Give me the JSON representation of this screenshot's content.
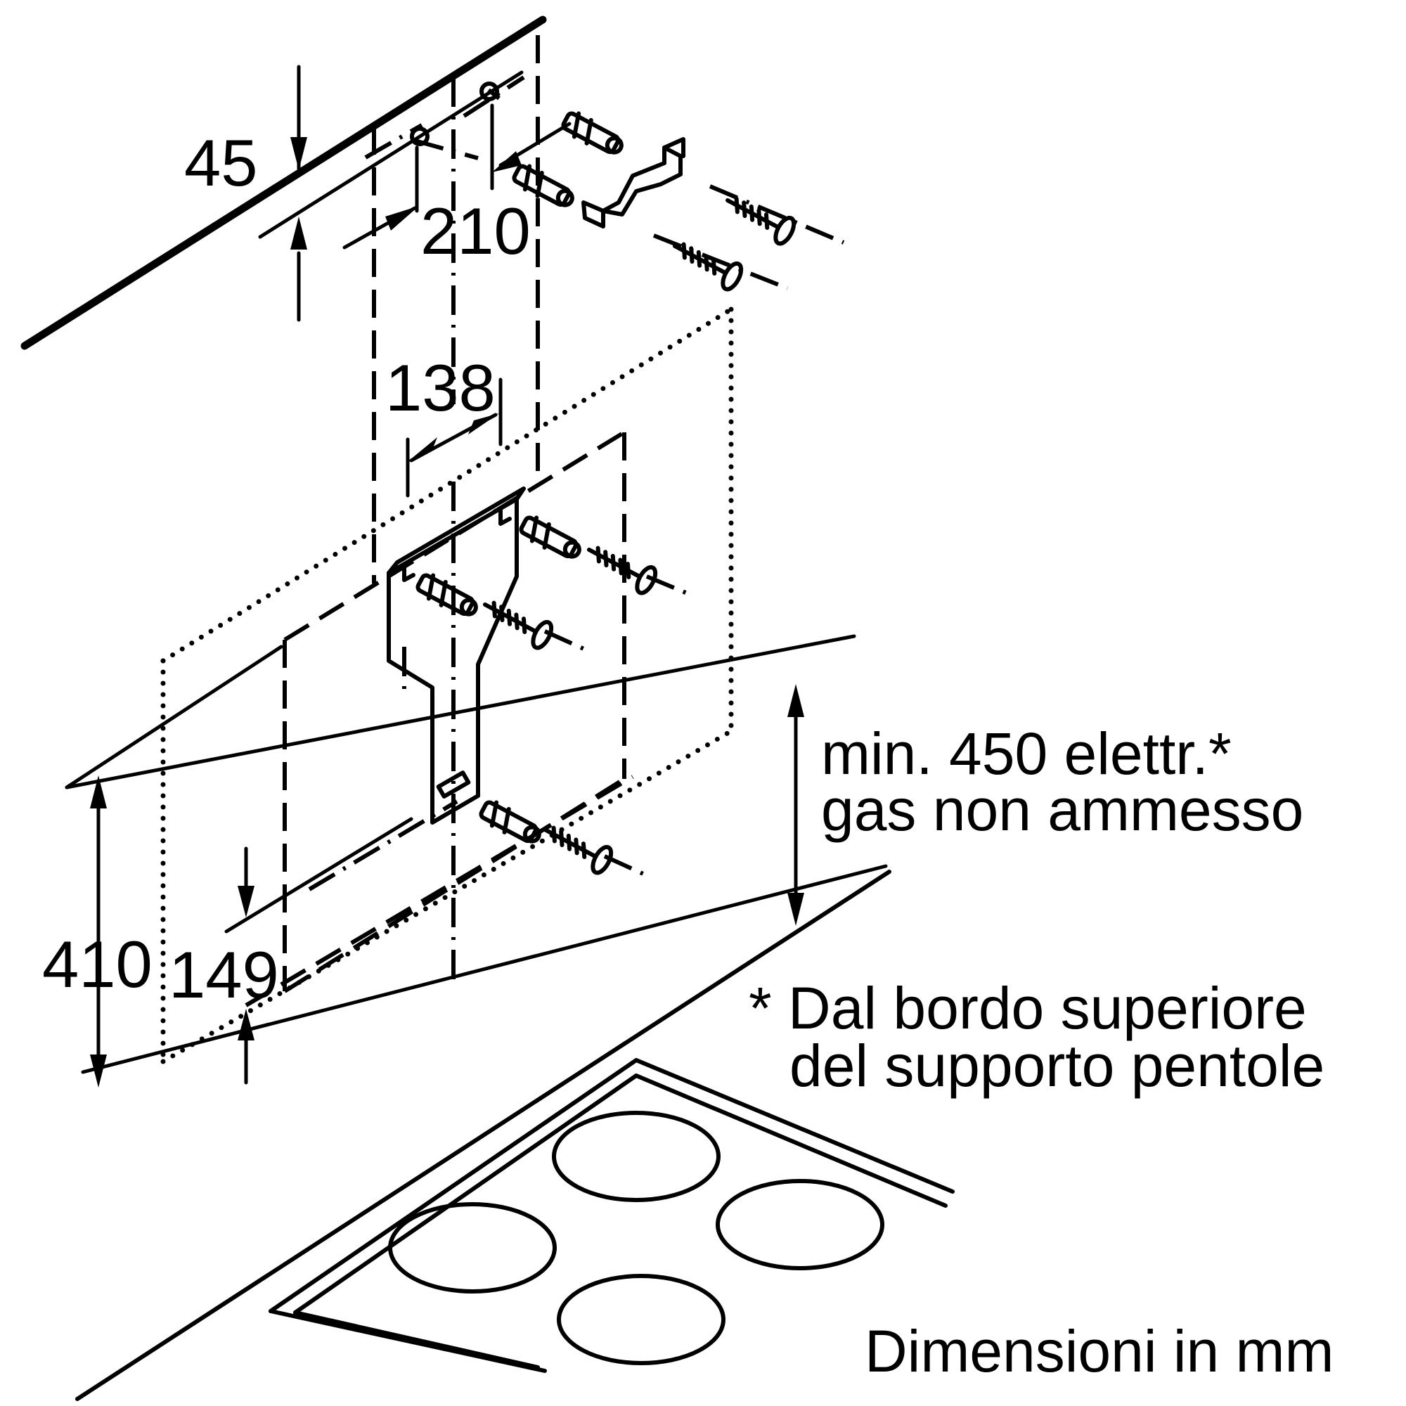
{
  "dimensions": {
    "d45": "45",
    "d210": "210",
    "d138": "138",
    "d410": "410",
    "d149": "149"
  },
  "notes": {
    "min_distance_line1": "min. 450 elettr.*",
    "min_distance_line2": "gas non ammesso",
    "footnote_line1": "* Dal bordo superiore",
    "footnote_line2": "del supporto pentole",
    "units": "Dimensioni in mm"
  },
  "icons": {
    "wall_plug": "wall-plug-icon",
    "screw": "screw-icon",
    "bracket": "bracket-icon",
    "hob": "hob-icon"
  }
}
